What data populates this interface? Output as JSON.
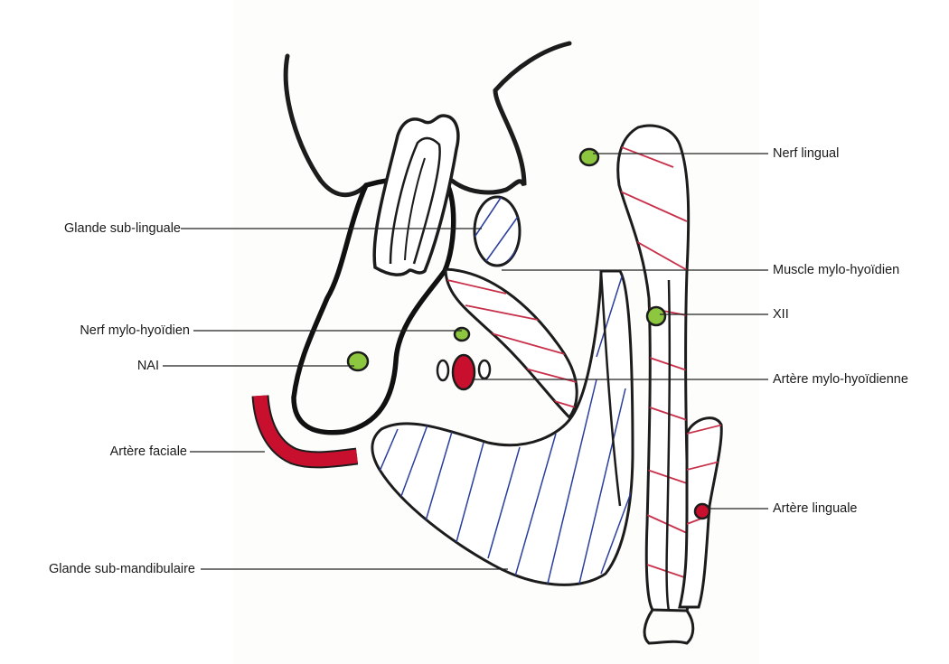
{
  "labels": {
    "glande_sub_linguale": "Glande sub-linguale",
    "nerf_mylo_hyoidien": "Nerf mylo-hyoïdien",
    "nai": "NAI",
    "artere_faciale": "Artère faciale",
    "glande_sub_mandibulaire": "Glande sub-mandibulaire",
    "nerf_lingual": "Nerf lingual",
    "muscle_mylo_hyoidien": "Muscle mylo-hyoïdien",
    "xii": "XII",
    "artere_mylo_hyoidienne": "Artère mylo-hyoïdienne",
    "artere_linguale": "Artère linguale"
  },
  "colors": {
    "outline": "#1c1c1c",
    "nerve": "#8dc63f",
    "artery": "#c8102e",
    "hatch_red": "#c8304a",
    "hatch_blue": "#2a3f9e",
    "leader": "#222222"
  }
}
